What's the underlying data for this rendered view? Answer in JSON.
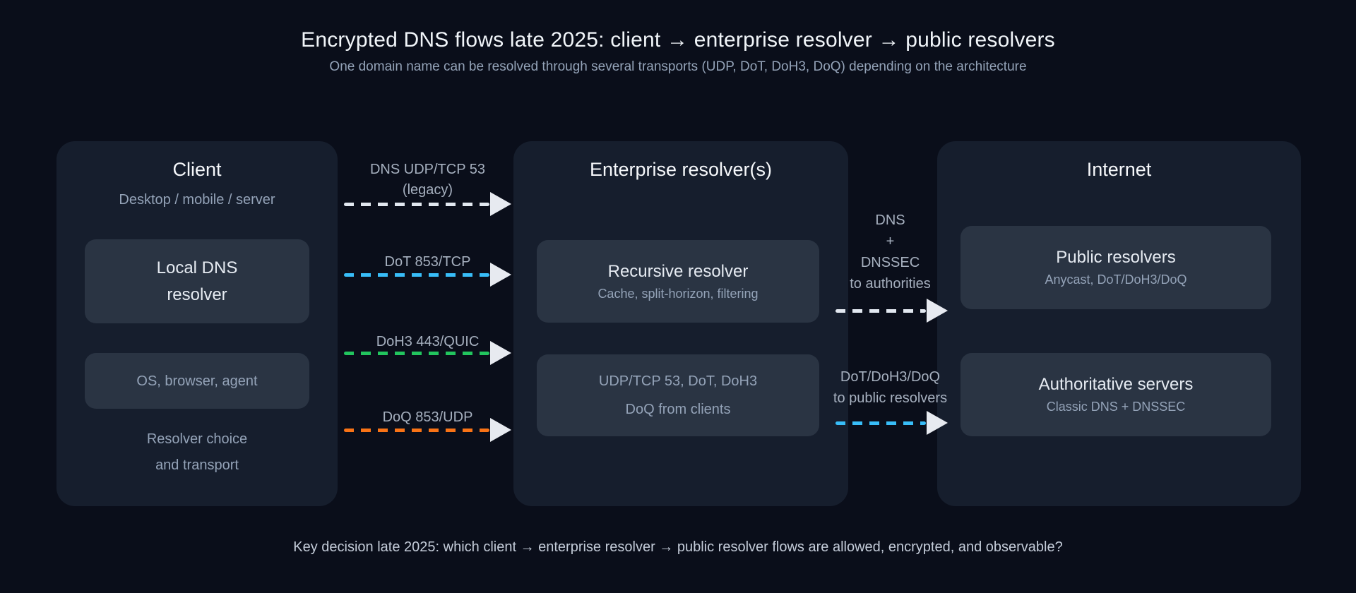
{
  "page": {
    "title": "Encrypted DNS flows late 2025: client → enterprise resolver → public resolvers",
    "subtitle": "One domain name can be resolved through several transports (UDP, DoT, DoH3, DoQ) depending on the architecture",
    "footer": "Key decision late 2025: which client → enterprise resolver → public resolver flows are allowed, encrypted, and observable?"
  },
  "colors": {
    "background": "#0a0e1a",
    "panel": "#161e2d",
    "card": "#2a3443",
    "heading_text": "#f1f5f9",
    "muted_text": "#94a3b8",
    "footer_text": "#c4ccd9",
    "arrowhead": "#e7eaf0",
    "flow_legacy": "#e2e8f0",
    "flow_dot": "#38bdf8",
    "flow_doh3": "#22c55e",
    "flow_doq": "#f97316"
  },
  "panels": {
    "client": {
      "title": "Client",
      "subtitle": "Desktop / mobile / server",
      "local_resolver_card": {
        "line1": "Local DNS",
        "line2": "resolver"
      },
      "os_card": {
        "label": "OS, browser, agent"
      },
      "note": {
        "line1": "Resolver choice",
        "line2": "and transport"
      }
    },
    "enterprise": {
      "title": "Enterprise resolver(s)",
      "recursive_card": {
        "title": "Recursive resolver",
        "subtitle": "Cache, split-horizon, filtering"
      },
      "transport_card": {
        "line1": "UDP/TCP 53, DoT, DoH3",
        "line2": "DoQ from clients"
      }
    },
    "internet": {
      "title": "Internet",
      "public_card": {
        "title": "Public resolvers",
        "subtitle": "Anycast, DoT/DoH3/DoQ"
      },
      "authoritative_card": {
        "title": "Authoritative servers",
        "subtitle": "Classic DNS + DNSSEC"
      }
    }
  },
  "flows": {
    "client_to_enterprise": [
      {
        "id": "dns-legacy",
        "label_line1": "DNS UDP/TCP 53",
        "label_line2": "(legacy)",
        "color": "#e2e8f0"
      },
      {
        "id": "dot",
        "label_line1": "DoT 853/TCP",
        "color": "#38bdf8"
      },
      {
        "id": "doh3",
        "label_line1": "DoH3 443/QUIC",
        "color": "#22c55e"
      },
      {
        "id": "doq",
        "label_line1": "DoQ 853/UDP",
        "color": "#f97316"
      }
    ],
    "enterprise_to_internet": [
      {
        "id": "dns-dnssec",
        "label_lines": [
          "DNS",
          "+",
          "DNSSEC",
          "to authorities"
        ],
        "color": "#e2e8f0"
      },
      {
        "id": "encrypted-upstream",
        "label_lines": [
          "DoT/DoH3/DoQ",
          "to public resolvers"
        ],
        "color": "#38bdf8"
      }
    ]
  }
}
